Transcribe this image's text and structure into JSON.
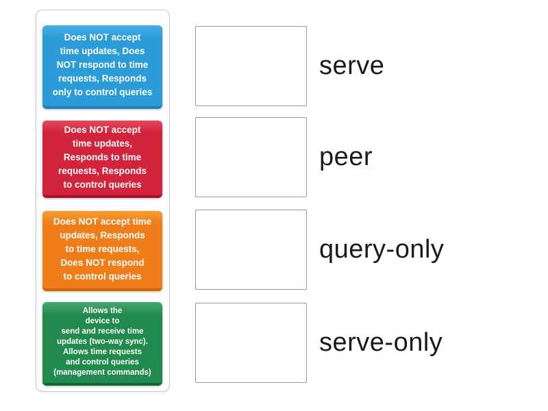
{
  "cards": [
    {
      "id": "card-blue",
      "text": "Does NOT accept\ntime updates, Does\nNOT respond to time\nrequests, Responds\nonly to control queries",
      "fill": "#2b9cd8",
      "highlight": "#47aee4",
      "edge": "#1c7fb8",
      "text_color": "#ffffff"
    },
    {
      "id": "card-red",
      "text": "Does NOT accept\ntime updates,\nResponds to time\nrequests, Responds\nto control queries",
      "fill": "#d2243c",
      "highlight": "#e24a5c",
      "edge": "#a81226",
      "text_color": "#ffffff"
    },
    {
      "id": "card-orange",
      "text": "Does NOT accept time\nupdates, Responds\nto time requests,\nDoes NOT respond\nto control queries",
      "fill": "#ef7d1a",
      "highlight": "#f99d33",
      "edge": "#d06400",
      "text_color": "#ffffff"
    },
    {
      "id": "card-green",
      "text": "Allows the\ndevice to\nsend and receive time\nupdates (two-way sync).\nAllows time requests\nand control queries\n(management commands)",
      "fill": "#218a4e",
      "highlight": "#46a670",
      "edge": "#0f6638",
      "text_color": "#ffffff"
    }
  ],
  "targets": [
    {
      "label": "serve"
    },
    {
      "label": "peer"
    },
    {
      "label": "query-only"
    },
    {
      "label": "serve-only"
    }
  ],
  "colors": {
    "page_background": "#ffffff",
    "panel_border": "#c9c9c9",
    "dropzone_border": "#979797",
    "label_text": "#1a1a1a"
  }
}
